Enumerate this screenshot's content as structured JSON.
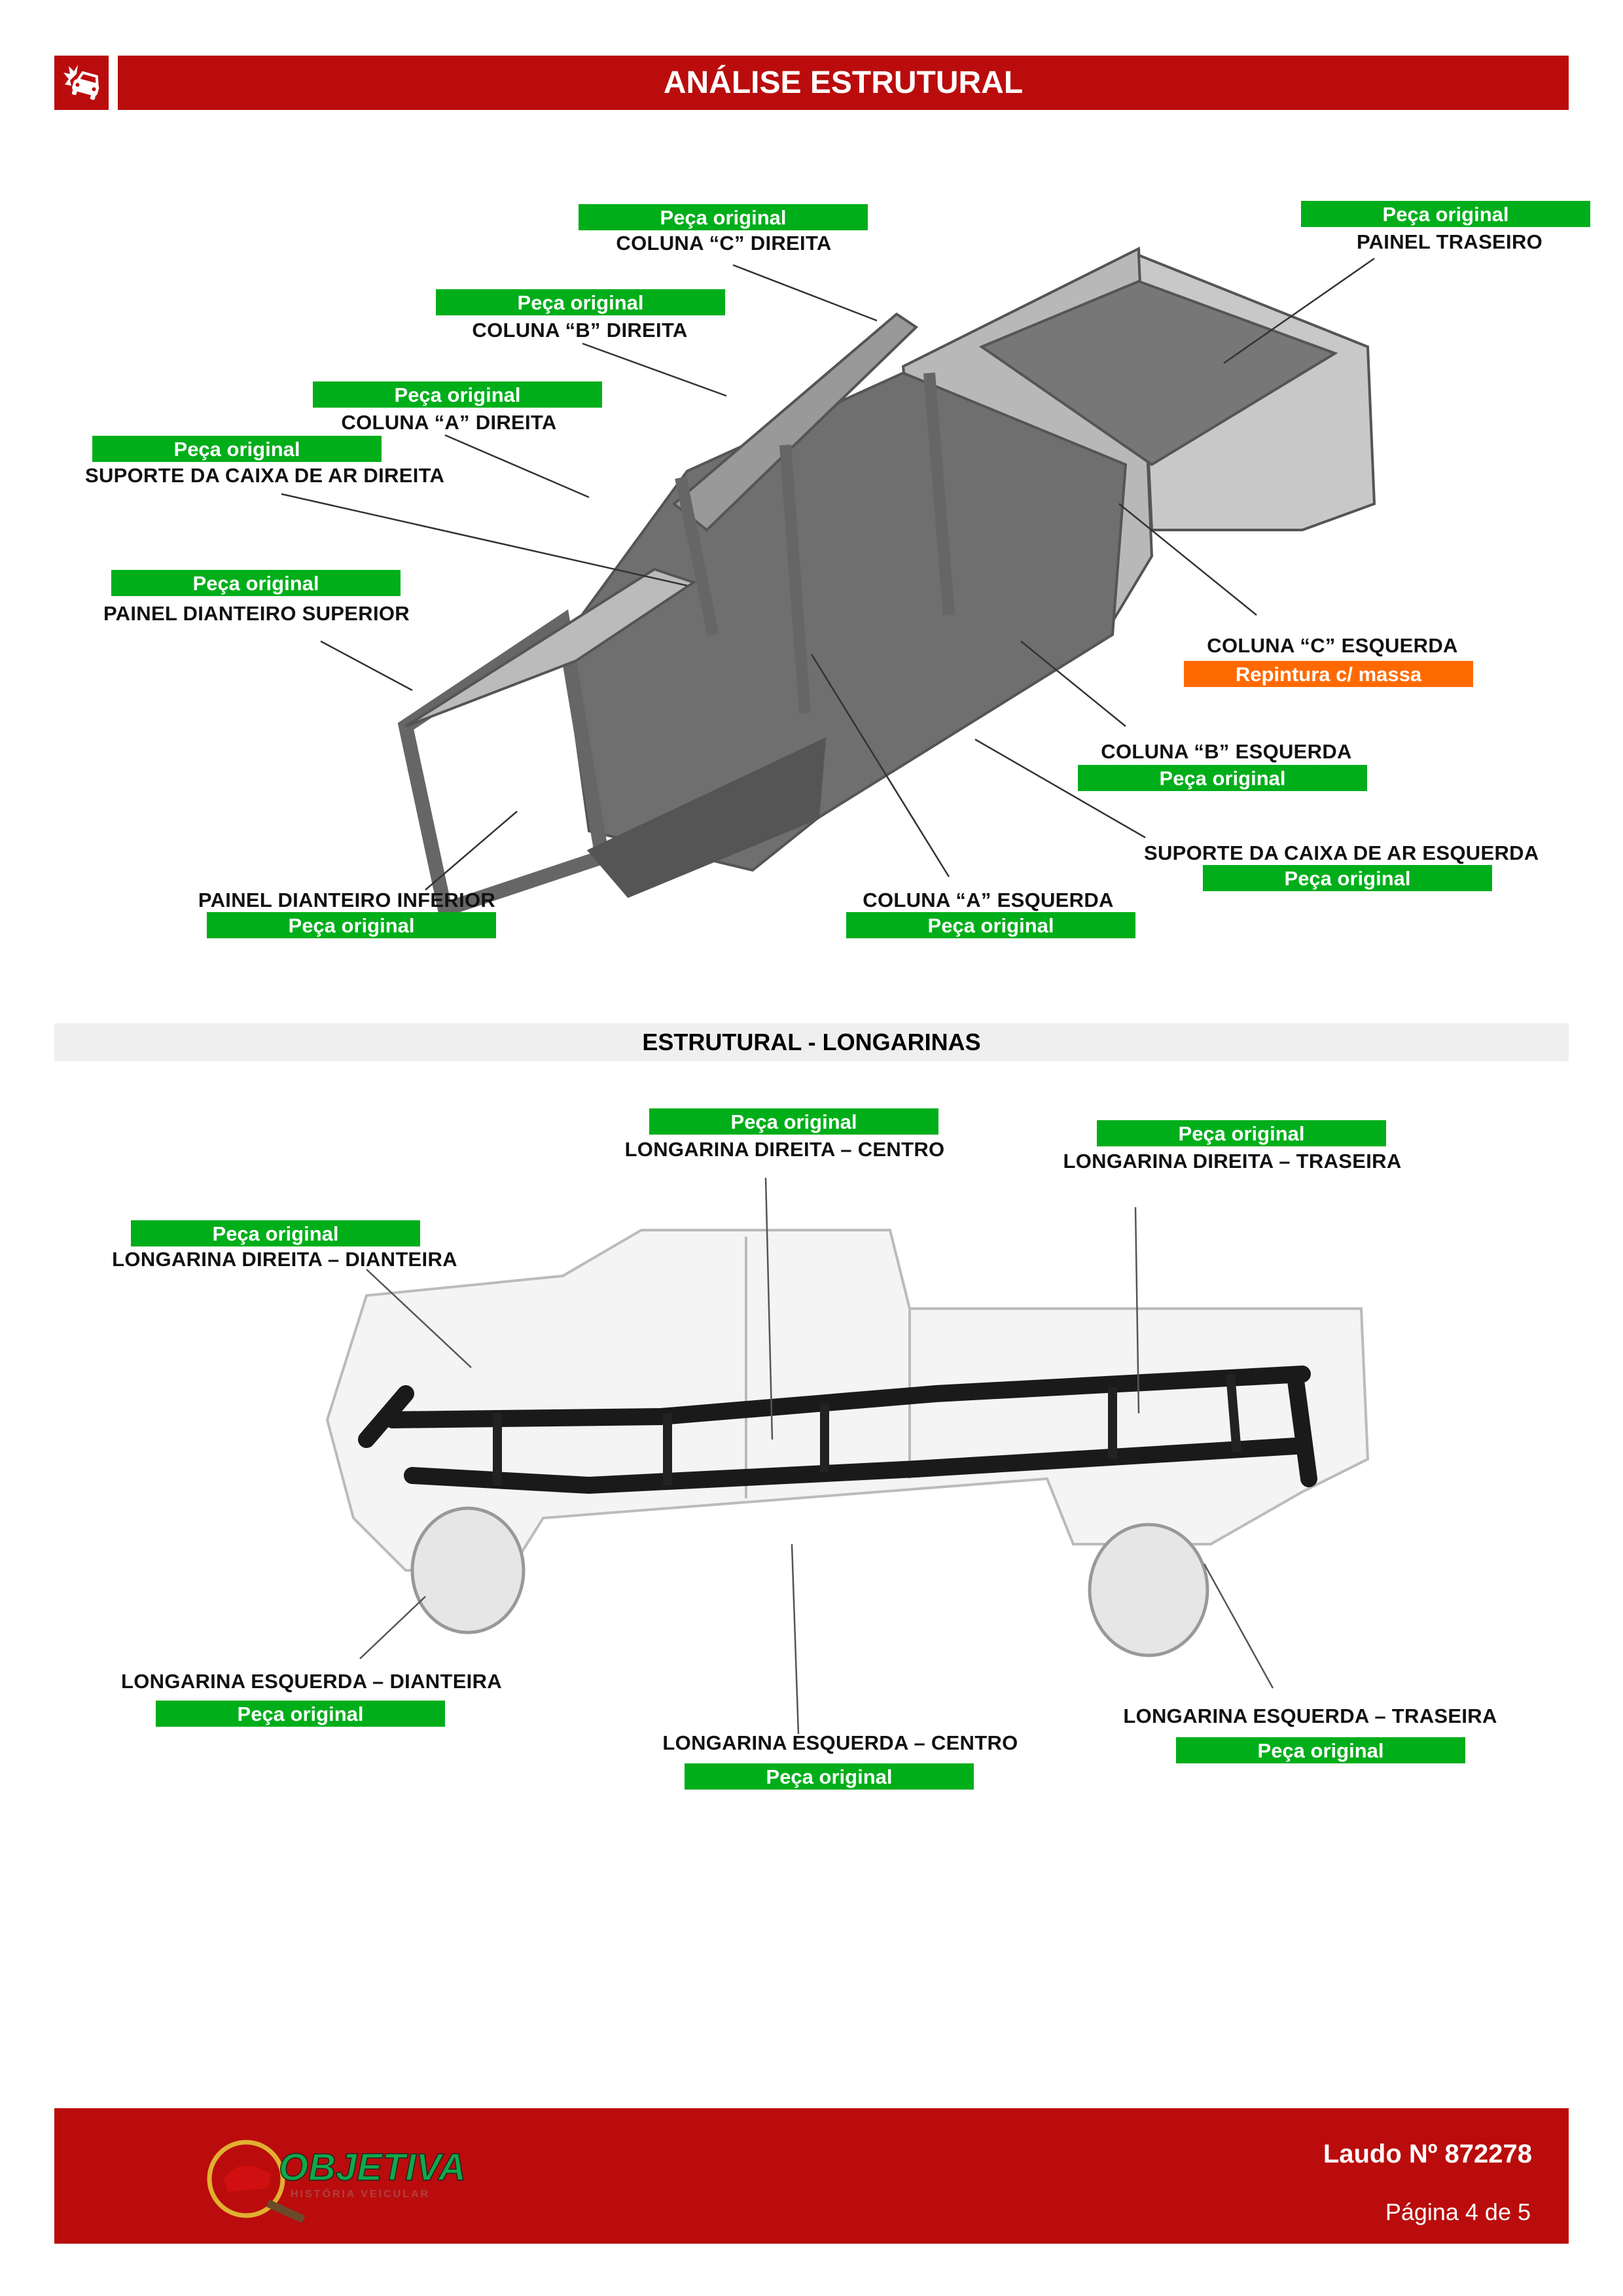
{
  "header": {
    "title": "ANÁLISE ESTRUTURAL",
    "icon": "car-crash-icon"
  },
  "colors": {
    "brand_red": "#BA0C0C",
    "original": "#00AE1A",
    "repaint": "#FF6A00"
  },
  "structure_labels": [
    {
      "name": "COLUNA “C” DIREITA",
      "status": "Peça original",
      "kind": "original"
    },
    {
      "name": "PAINEL TRASEIRO",
      "status": "Peça original",
      "kind": "original"
    },
    {
      "name": "COLUNA “B” DIREITA",
      "status": "Peça original",
      "kind": "original"
    },
    {
      "name": "COLUNA “A” DIREITA",
      "status": "Peça original",
      "kind": "original"
    },
    {
      "name": "SUPORTE DA CAIXA DE AR DIREITA",
      "status": "Peça original",
      "kind": "original"
    },
    {
      "name": "PAINEL DIANTEIRO SUPERIOR",
      "status": "Peça original",
      "kind": "original"
    },
    {
      "name": "COLUNA “C” ESQUERDA",
      "status": "Repintura c/ massa",
      "kind": "repaint"
    },
    {
      "name": "COLUNA “B” ESQUERDA",
      "status": "Peça original",
      "kind": "original"
    },
    {
      "name": "SUPORTE DA CAIXA DE AR ESQUERDA",
      "status": "Peça original",
      "kind": "original"
    },
    {
      "name": "COLUNA “A” ESQUERDA",
      "status": "Peça original",
      "kind": "original"
    },
    {
      "name": "PAINEL DIANTEIRO INFERIOR",
      "status": "Peça original",
      "kind": "original"
    }
  ],
  "section": {
    "title": "ESTRUTURAL - LONGARINAS"
  },
  "longarina_labels": [
    {
      "name": "LONGARINA DIREITA – CENTRO",
      "status": "Peça original",
      "kind": "original"
    },
    {
      "name": "LONGARINA DIREITA – TRASEIRA",
      "status": "Peça original",
      "kind": "original"
    },
    {
      "name": "LONGARINA DIREITA – DIANTEIRA",
      "status": "Peça original",
      "kind": "original"
    },
    {
      "name": "LONGARINA ESQUERDA – DIANTEIRA",
      "status": "Peça original",
      "kind": "original"
    },
    {
      "name": "LONGARINA ESQUERDA – CENTRO",
      "status": "Peça original",
      "kind": "original"
    },
    {
      "name": "LONGARINA ESQUERDA – TRASEIRA",
      "status": "Peça original",
      "kind": "original"
    }
  ],
  "footer": {
    "logo_text": "OBJETIVA",
    "logo_subtext": "HISTÓRIA VEICULAR",
    "report": "Laudo Nº 872278",
    "page": "Página 4 de 5"
  }
}
